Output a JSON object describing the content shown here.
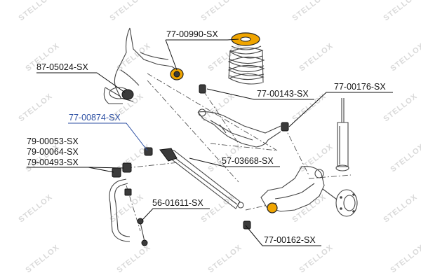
{
  "watermark": {
    "brand": "STELLOX",
    "color": "#d9d9d9"
  },
  "accent_color": "#2c4fa3",
  "highlight_bushing_color": "#f0a500",
  "parts": {
    "p77_00990": "77-00990-SX",
    "p87_05024": "87-05024-SX",
    "p77_00143": "77-00143-SX",
    "p77_00176": "77-00176-SX",
    "p77_00874": "77-00874-SX",
    "p79_00053": "79-00053-SX",
    "p79_00064": "79-00064-SX",
    "p79_00493": "79-00493-SX",
    "p57_03668": "57-03668-SX",
    "p56_01611": "56-01611-SX",
    "p77_00162": "77-00162-SX"
  }
}
